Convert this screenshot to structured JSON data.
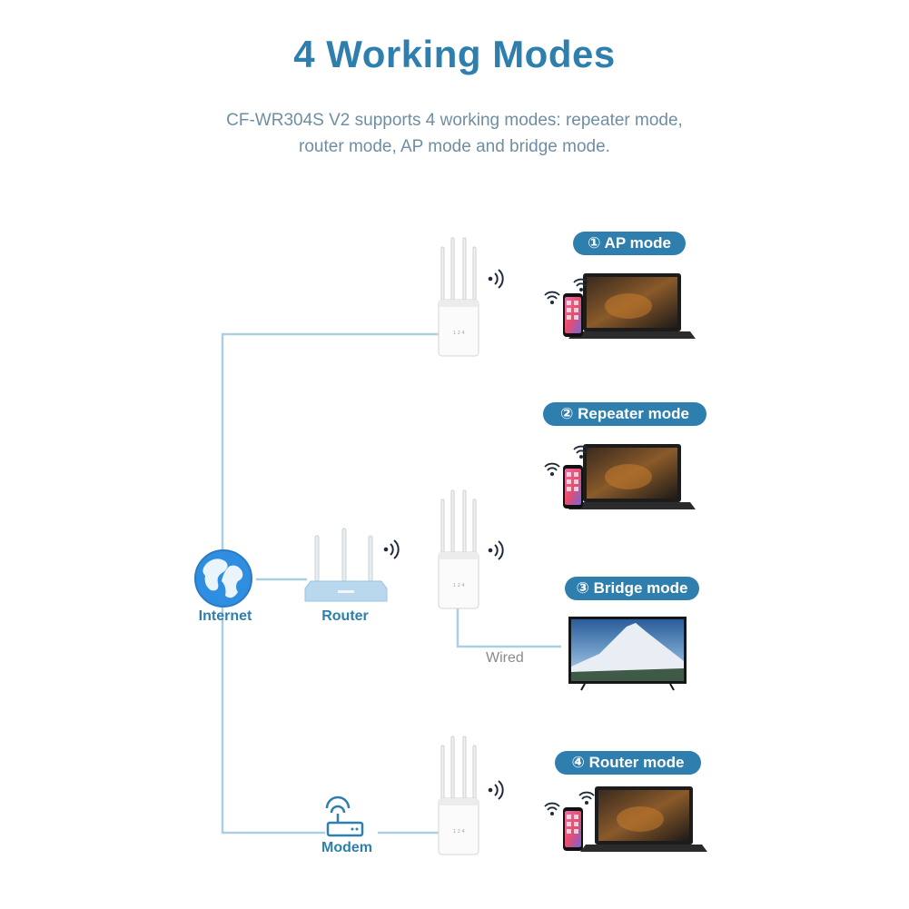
{
  "header": {
    "title": "4 Working Modes",
    "subtitle_line1": "CF-WR304S V2 supports 4 working modes: repeater mode,",
    "subtitle_line2": "router mode, AP mode and bridge mode."
  },
  "modes": [
    {
      "label": "① AP mode"
    },
    {
      "label": "② Repeater mode"
    },
    {
      "label": "③ Bridge mode"
    },
    {
      "label": "④ Router mode"
    }
  ],
  "nodes": {
    "internet": "Internet",
    "router": "Router",
    "modem": "Modem",
    "wired": "Wired"
  },
  "colors": {
    "accent": "#2e7fae",
    "line": "#a9cfe0",
    "router_body": "#b9d8ee"
  },
  "icons": [
    "globe-icon",
    "router-icon",
    "modem-icon",
    "repeater-icon",
    "wifi-signal-icon",
    "phone-icon",
    "laptop-icon",
    "tv-icon"
  ]
}
